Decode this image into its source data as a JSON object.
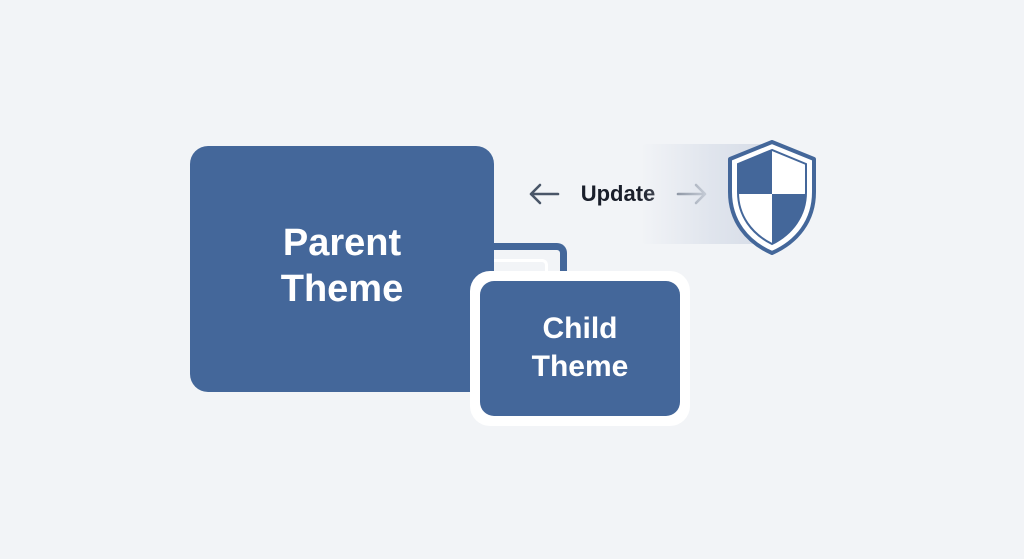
{
  "colors": {
    "accent": "#44679a",
    "arrow": "#4a5668",
    "background": "#f2f4f7"
  },
  "diagram": {
    "parent_label_line1": "Parent",
    "parent_label_line2": "Theme",
    "child_label_line1": "Child",
    "child_label_line2": "Theme",
    "update_label": "Update",
    "left_arrow_icon": "arrow-left-icon",
    "right_arrow_icon": "arrow-right-icon",
    "shield_icon": "shield-icon"
  }
}
